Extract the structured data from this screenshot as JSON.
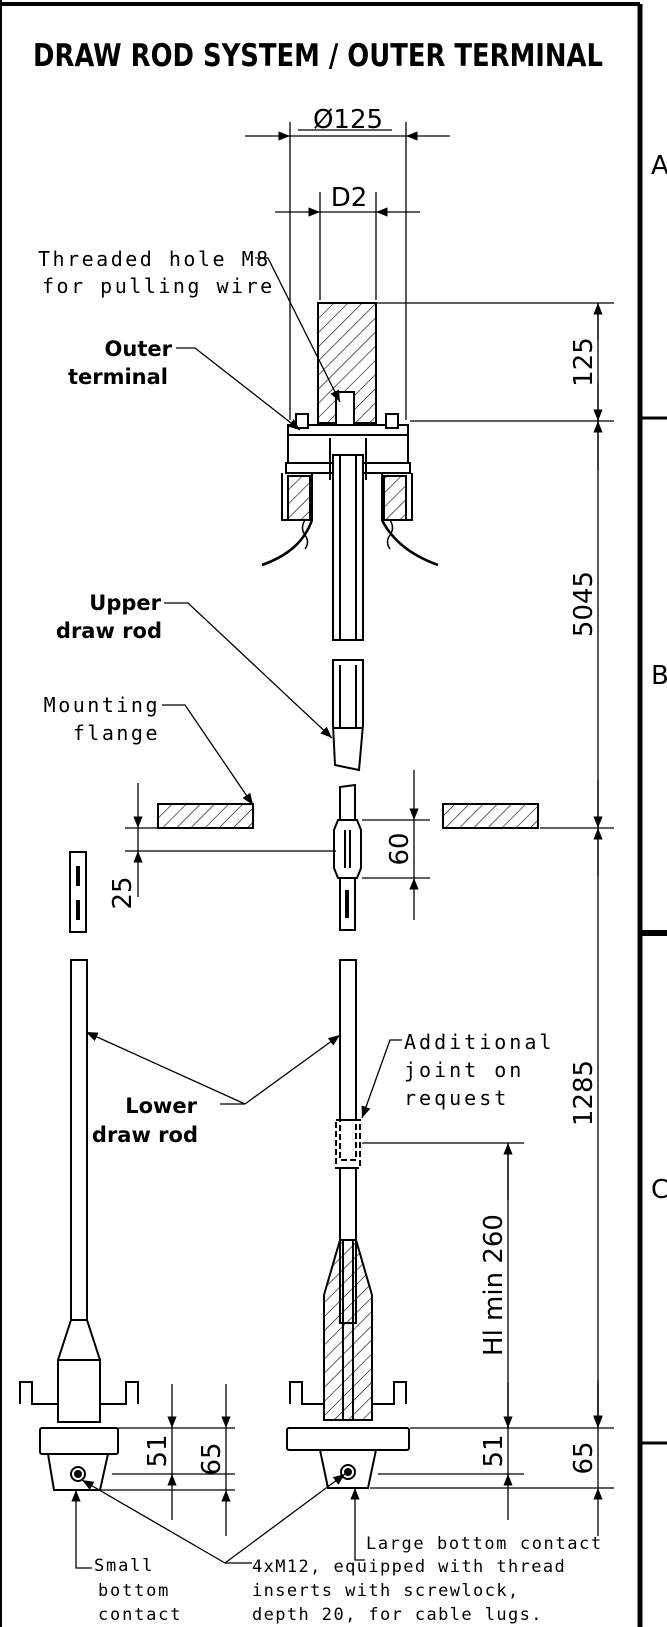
{
  "title": "DRAW ROD SYSTEM / OUTER TERMINAL",
  "zones": [
    "A",
    "B",
    "C"
  ],
  "dimensions": {
    "outer_diameter": "Ø125",
    "d2": "D2",
    "terminal_height": "125",
    "upper_length": "5045",
    "joint_length": "60",
    "small_offset": "25",
    "lower_length": "1285",
    "hl_min": "Hl min 260",
    "small_51": "51",
    "small_65": "65",
    "large_51": "51",
    "large_65": "65"
  },
  "labels": {
    "threaded_hole_1": "Threaded hole M8",
    "threaded_hole_2": "for pulling wire",
    "outer_terminal_1": "Outer",
    "outer_terminal_2": "terminal",
    "upper_draw_rod_1": "Upper",
    "upper_draw_rod_2": "draw rod",
    "mounting_flange_1": "Mounting",
    "mounting_flange_2": "flange",
    "lower_draw_rod_1": "Lower",
    "lower_draw_rod_2": "draw rod",
    "additional_joint_1": "Additional",
    "additional_joint_2": "joint on",
    "additional_joint_3": "request",
    "large_bottom_contact": "Large bottom contact",
    "small_bottom_contact_1": "Small",
    "small_bottom_contact_2": "bottom",
    "small_bottom_contact_3": "contact",
    "lugs_note_1": "4xM12, equipped with thread",
    "lugs_note_2": "inserts with screwlock,",
    "lugs_note_3": "depth 20, for cable lugs."
  }
}
